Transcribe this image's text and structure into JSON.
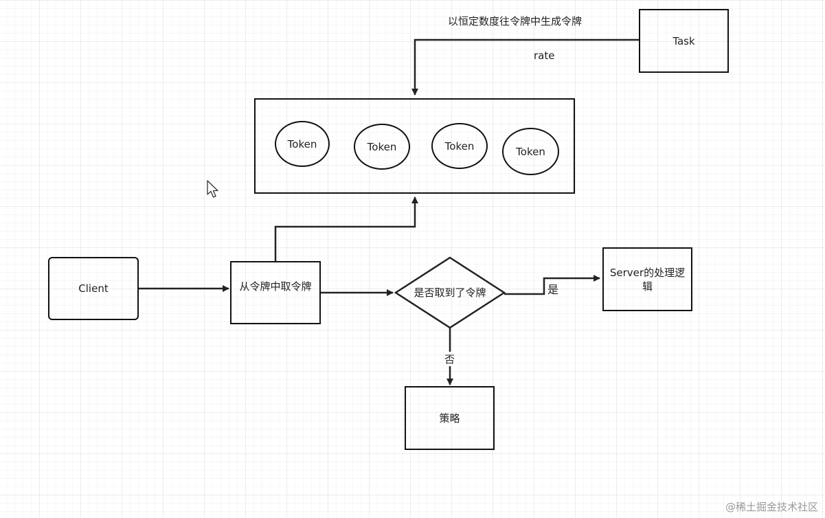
{
  "diagram": {
    "task": "Task",
    "generate_label": "以恒定数度往令牌中生成令牌",
    "rate_label": "rate",
    "tokens": [
      "Token",
      "Token",
      "Token",
      "Token"
    ],
    "client": "Client",
    "take_token": "从令牌中取令牌",
    "decision": "是否取到了令牌",
    "yes_label": "是",
    "no_label": "否",
    "server": "Server的处理逻辑",
    "strategy": "策略"
  },
  "watermark": "@稀土掘金技术社区"
}
